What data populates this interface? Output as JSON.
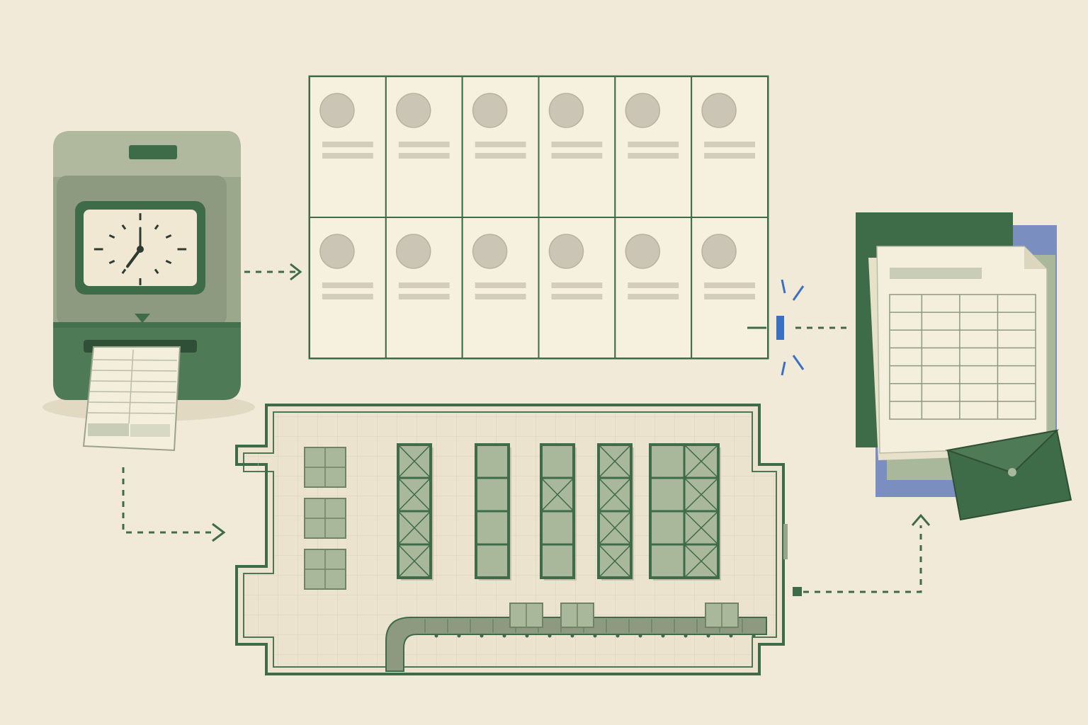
{
  "colors": {
    "background": "#f2ead8",
    "green_dark": "#3e6b48",
    "green_mid": "#7f9a78",
    "green_light": "#a9b79a",
    "paper": "#f4eedc",
    "sand": "#dcd3bd",
    "grey_circle": "#cbc5b5",
    "grey_bar": "#d4cdb9",
    "blue_accent": "#3b6fc4",
    "blue_doc": "#7a8fbf"
  },
  "icons": {
    "time_clock": "time-clock-icon",
    "clock_face": "clock-face-icon",
    "punch_card": "punch-card-icon",
    "employee_grid": "employee-roster-icon",
    "warehouse": "warehouse-floorplan-icon",
    "documents": "document-stack-icon",
    "envelope": "envelope-icon",
    "connector": "connector-spark-icon"
  },
  "clock": {
    "hour": 7,
    "minute": 0
  },
  "roster": {
    "rows": 2,
    "columns": 6
  },
  "warehouse": {
    "box_stacks": 3,
    "racks": [
      {
        "kind": "braced",
        "levels": 4
      },
      {
        "kind": "open",
        "levels": 4
      },
      {
        "kind": "mixed",
        "levels": 4
      },
      {
        "kind": "braced",
        "levels": 4
      },
      {
        "kind": "double",
        "levels": 4
      }
    ],
    "conveyor_boxes": 3
  },
  "report": {
    "table_rows": 7,
    "table_columns": 4
  }
}
